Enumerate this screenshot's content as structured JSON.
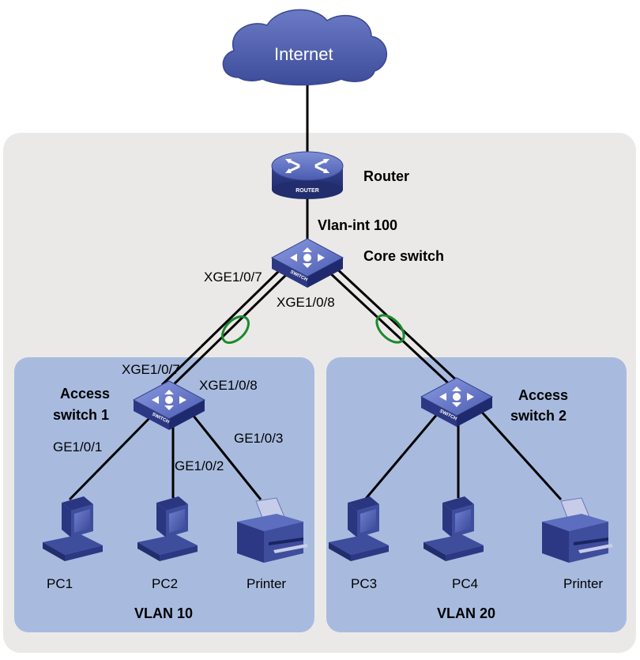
{
  "colors": {
    "outer_area": "#ebe9e8",
    "vlan_area": "#a8bbdf",
    "cloud": "#4a5aa6",
    "device": "#3e4d9c",
    "device_top": "#5d6dbf",
    "lag_ring": "#1a8a2a",
    "link": "#000000"
  },
  "cloud": {
    "label": "Internet"
  },
  "router": {
    "label": "Router",
    "icon_text": "ROUTER"
  },
  "core_switch": {
    "label": "Core switch",
    "icon_text": "SWITCH",
    "interface": "Vlan-int 100"
  },
  "core_ports": {
    "left": "XGE1/0/7",
    "right": "XGE1/0/8"
  },
  "access1": {
    "label_line1": "Access",
    "label_line2": "switch 1",
    "icon_text": "SWITCH",
    "uplink_ports": {
      "a": "XGE1/0/7",
      "b": "XGE1/0/8"
    },
    "ports": {
      "pc1": "GE1/0/1",
      "pc2": "GE1/0/2",
      "printer": "GE1/0/3"
    }
  },
  "access2": {
    "label_line1": "Access",
    "label_line2": "switch 2",
    "icon_text": "SWITCH"
  },
  "vlan10": {
    "name": "VLAN 10",
    "devices": {
      "pc1": "PC1",
      "pc2": "PC2",
      "printer": "Printer"
    }
  },
  "vlan20": {
    "name": "VLAN 20",
    "devices": {
      "pc3": "PC3",
      "pc4": "PC4",
      "printer": "Printer"
    }
  }
}
